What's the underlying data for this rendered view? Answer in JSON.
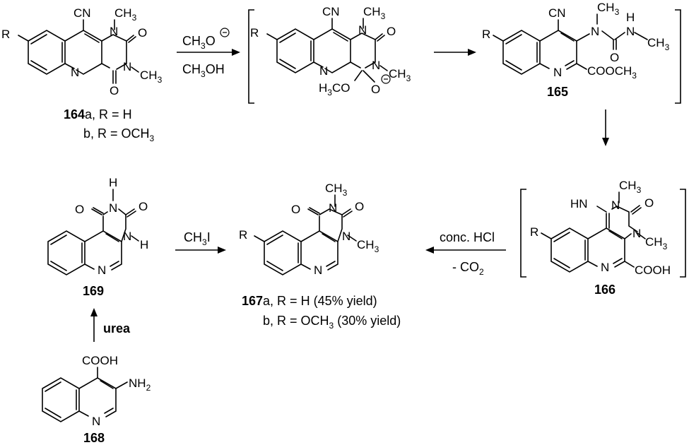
{
  "compounds": {
    "c164": {
      "number": "164",
      "variant_a": "a, R = H",
      "variant_b_prefix": "b, R = OCH",
      "variant_b_sub": "3",
      "substituent": "R",
      "cn": "CN",
      "methyl_top": "CH",
      "methyl_top_sub": "3",
      "methyl_right": "CH",
      "methyl_right_sub": "3",
      "n": "N",
      "o": "O"
    },
    "intermediate": {
      "substituent": "R",
      "cn": "CN",
      "methyl_top": "CH",
      "methyl_top_sub": "3",
      "methyl_right": "CH",
      "methyl_right_sub": "3",
      "methoxy_prefix": "H",
      "methoxy_sub": "3",
      "methoxy_suffix": "CO",
      "oxide": "O",
      "n": "N",
      "o": "O"
    },
    "c165": {
      "number": "165",
      "substituent": "R",
      "cn": "CN",
      "methyl_top": "CH",
      "methyl_top_sub": "3",
      "nh": "H",
      "methyl_right": "CH",
      "methyl_right_sub": "3",
      "ester_prefix": "COOCH",
      "ester_sub": "3",
      "n": "N",
      "o": "O"
    },
    "c166": {
      "number": "166",
      "substituent": "R",
      "imine": "HN",
      "methyl_top": "CH",
      "methyl_top_sub": "3",
      "methyl_right": "CH",
      "methyl_right_sub": "3",
      "acid": "COOH",
      "n": "N",
      "o": "O"
    },
    "c167": {
      "number": "167",
      "variant_a": "a, R = H (45% yield)",
      "variant_b_prefix": "b, R = OCH",
      "variant_b_sub": "3",
      "variant_b_suffix": " (30% yield)",
      "substituent": "R",
      "methyl_top": "CH",
      "methyl_top_sub": "3",
      "methyl_right": "CH",
      "methyl_right_sub": "3",
      "n": "N",
      "o": "O"
    },
    "c168": {
      "number": "168",
      "acid": "COOH",
      "amine_prefix": "NH",
      "amine_sub": "2",
      "n": "N"
    },
    "c169": {
      "number": "169",
      "h_top": "H",
      "h_right": "H",
      "n": "N",
      "o": "O"
    }
  },
  "reagents": {
    "step1_top_prefix": "CH",
    "step1_top_sub": "3",
    "step1_top_suffix": "O",
    "step1_bottom_prefix": "CH",
    "step1_bottom_sub": "3",
    "step1_bottom_suffix": "OH",
    "step4_top": "conc. HCl",
    "step4_bottom_prefix": "- CO",
    "step4_bottom_sub": "2",
    "step5_prefix": "CH",
    "step5_sub": "3",
    "step5_suffix": "I",
    "step6": "urea"
  }
}
